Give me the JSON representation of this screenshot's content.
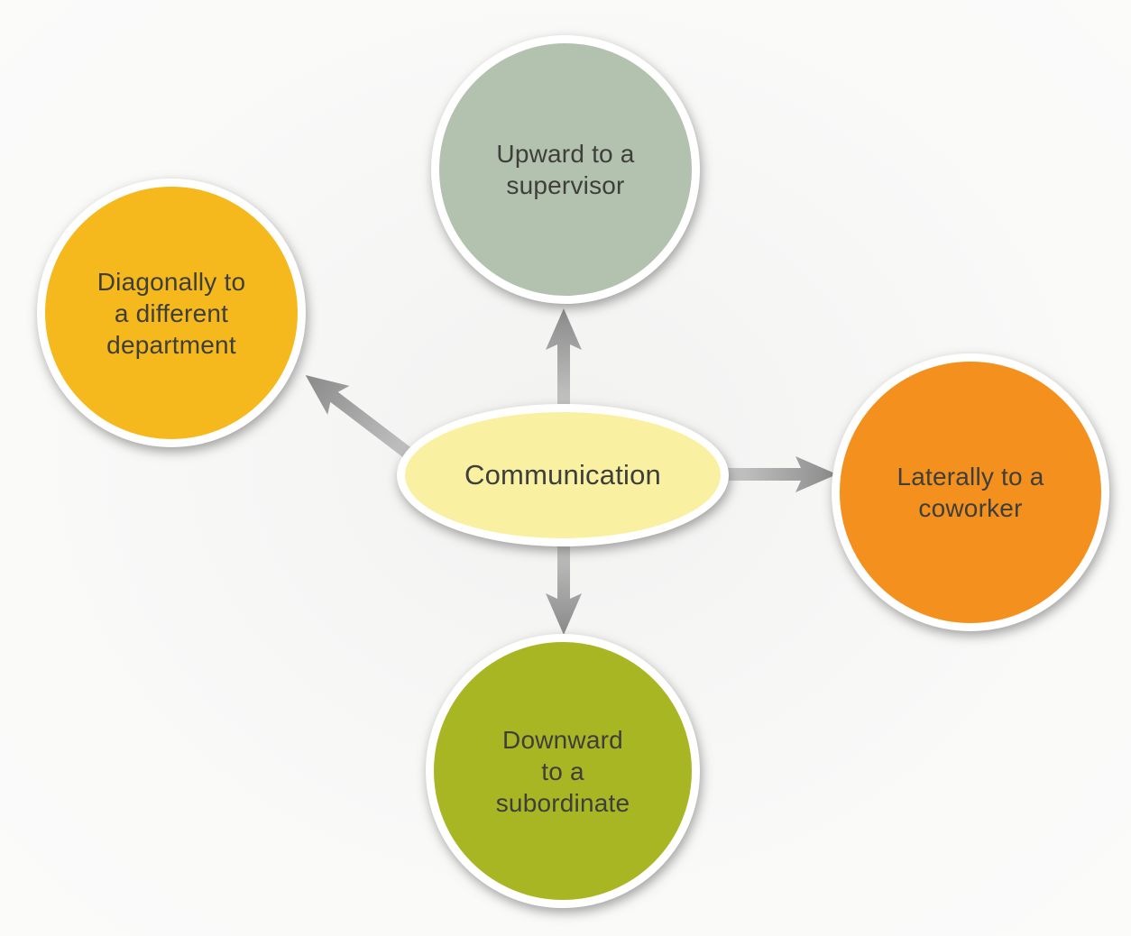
{
  "diagram": {
    "title": "Directions of communication diagram",
    "background_color": "#f9f9f8",
    "text_color": "#3e3e3b",
    "arrow_color_start": "#c9c9c9",
    "arrow_color_end": "#8a8a8a",
    "center_node": {
      "label": "Communication",
      "fill": "#f9f1a1"
    },
    "nodes": {
      "up": {
        "label": "Upward to a\nsupervisor",
        "fill": "#b3c2ae",
        "direction": "up"
      },
      "diagonal": {
        "label": "Diagonally to\na different\ndepartment",
        "fill": "#f6b91d",
        "direction": "up-left"
      },
      "lateral": {
        "label": "Laterally to a\ncoworker",
        "fill": "#f4911e",
        "direction": "right"
      },
      "down": {
        "label": "Downward\nto a\nsubordinate",
        "fill": "#a9b624",
        "direction": "down"
      }
    }
  }
}
